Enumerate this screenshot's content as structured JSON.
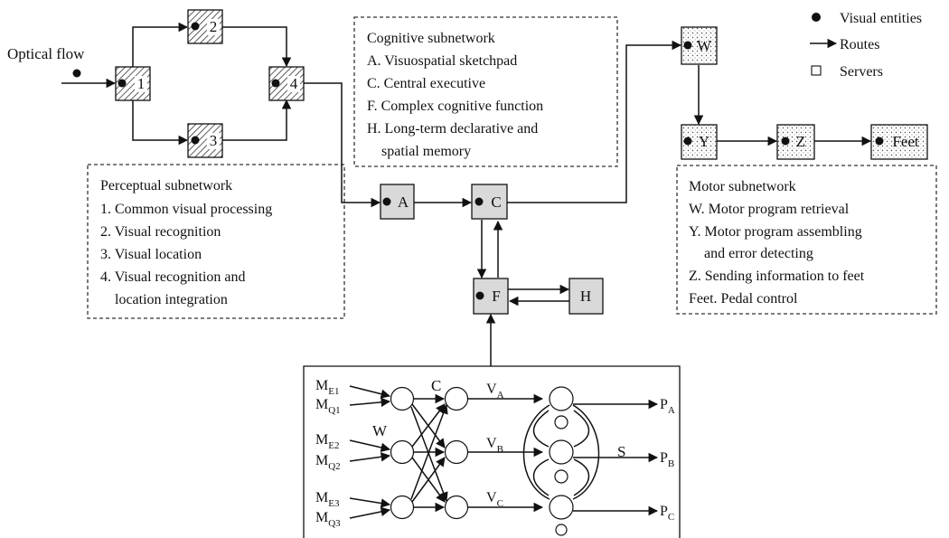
{
  "input_label": "Optical flow",
  "legend": {
    "entities": "Visual entities",
    "routes": "Routes",
    "servers": "Servers"
  },
  "servers": {
    "n1": "1",
    "n2": "2",
    "n3": "3",
    "n4": "4",
    "A": "A",
    "C": "C",
    "F": "F",
    "H": "H",
    "W": "W",
    "Y": "Y",
    "Z": "Z",
    "Feet": "Feet"
  },
  "cognitive": {
    "title": "Cognitive subnetwork",
    "items": [
      "A. Visuospatial sketchpad",
      "C. Central executive",
      "F. Complex cognitive function",
      "H. Long-term declarative and",
      "spatial memory"
    ]
  },
  "perceptual": {
    "title": "Perceptual subnetwork",
    "items": [
      "1. Common visual processing",
      "2. Visual recognition",
      "3. Visual  location",
      "4. Visual recognition and",
      "location integration"
    ]
  },
  "motor": {
    "title": "Motor subnetwork",
    "items": [
      "W. Motor program retrieval",
      "Y. Motor program assembling",
      "and error detecting",
      "Z. Sending information to feet",
      "Feet. Pedal control"
    ]
  },
  "neural": {
    "inputs": [
      {
        "base": "M",
        "sub": "E1"
      },
      {
        "base": "M",
        "sub": "Q1"
      },
      {
        "base": "M",
        "sub": "E2"
      },
      {
        "base": "M",
        "sub": "Q2"
      },
      {
        "base": "M",
        "sub": "E3"
      },
      {
        "base": "M",
        "sub": "Q3"
      }
    ],
    "w_label": "W",
    "c_label": "C",
    "s_label": "S",
    "v": [
      {
        "base": "V",
        "sub": "A"
      },
      {
        "base": "V",
        "sub": "B"
      },
      {
        "base": "V",
        "sub": "C"
      }
    ],
    "p": [
      {
        "base": "P",
        "sub": "A"
      },
      {
        "base": "P",
        "sub": "B"
      },
      {
        "base": "P",
        "sub": "C"
      }
    ]
  }
}
